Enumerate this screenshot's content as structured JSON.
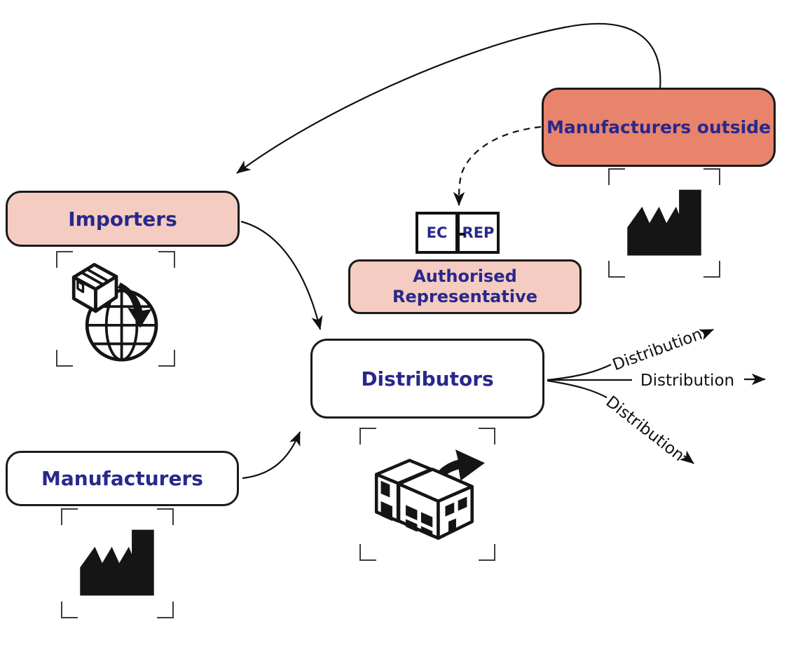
{
  "diagram": {
    "nodes": {
      "manufacturers_outside": {
        "label": "Manufacturers outside"
      },
      "importers": {
        "label": "Importers"
      },
      "authorised_representative": {
        "line1": "Authorised",
        "line2": "Representative"
      },
      "distributors": {
        "label": "Distributors"
      },
      "manufacturers": {
        "label": "Manufacturers"
      },
      "ec_rep": {
        "left": "EC",
        "right": "REP"
      }
    },
    "edge_labels": {
      "distribution_upper": "Distribution",
      "distribution_middle": "Distribution",
      "distribution_lower": "Distribution"
    },
    "icons": {
      "manufacturers_outside": "factory-icon",
      "importers": "package-globe-icon",
      "distributors": "warehouse-export-icon",
      "manufacturers": "factory-icon"
    },
    "colors": {
      "salmon_fill": "#E8846C",
      "pink_fill": "#F4CCC1",
      "navy_text": "#28288C",
      "line_black": "#1A1A1A"
    }
  }
}
